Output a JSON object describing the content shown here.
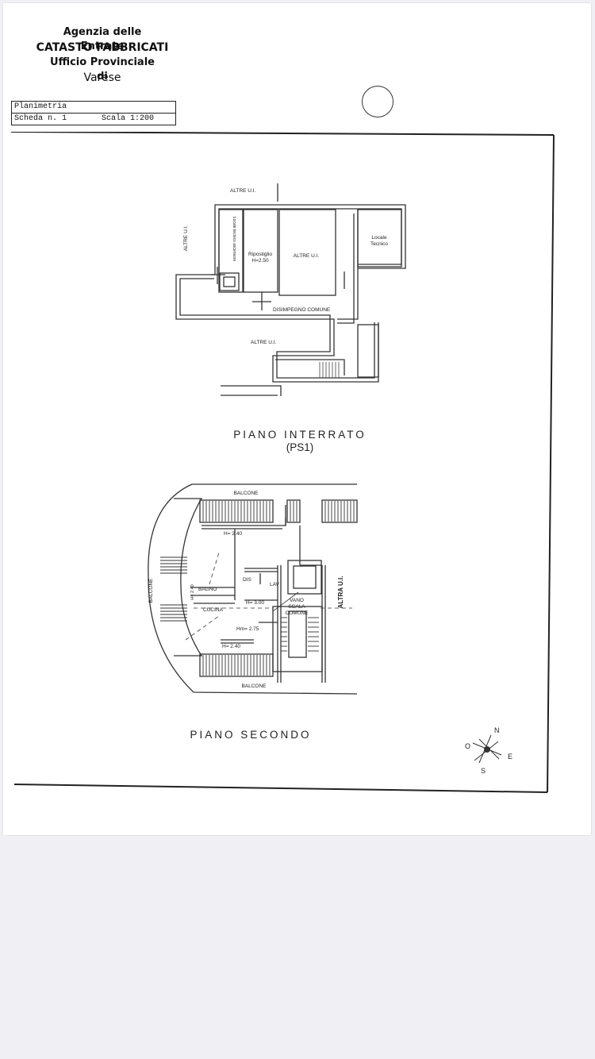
{
  "header": {
    "agency": "Agenzia delle Entrate",
    "department": "CATASTO FABBRICATI",
    "office": "Ufficio Provinciale di",
    "city": "Varese"
  },
  "plan_table": {
    "type_label": "Planimetria",
    "sheet_label": "Scheda n. 1",
    "scale_label": "Scala 1:200"
  },
  "basement": {
    "title": "PIANO INTERRATO",
    "subtitle": "(PS1)",
    "labels": {
      "altre_top": "ALTRE U.I.",
      "altre_left": "ALTRE U.I.",
      "locale_tecnico_vert": "Locale tecnico ascensore",
      "ripostiglio": "Ripostiglio",
      "ripostiglio_h": "H=2.50",
      "altre_center": "ALTRE U.I.",
      "locale_tecnico_1": "Locale",
      "locale_tecnico_2": "Tecnico",
      "disimpegno": "DISIMPEGNO COMUNE",
      "altre_bottom": "ALTRE U.I."
    }
  },
  "second_floor": {
    "title": "PIANO SECONDO",
    "labels": {
      "balcone_top": "BALCONE",
      "balcone_left": "BALCONE",
      "balcone_bottom": "BALCONE",
      "h240_top": "H= 2.40",
      "h240_left": "H= 2.40",
      "dis": "DIS",
      "lav": "LAV",
      "bagno": "BAGNO",
      "h300": "H= 3.00",
      "vano_1": "VANO",
      "vano_2": "SCALA",
      "vano_3": "COMUNE",
      "cucina": "CUCINA",
      "hm275": "Hm= 2.75",
      "h240_bottom": "H= 2.40",
      "altra_ui": "ALTRA U.I."
    }
  },
  "compass": {
    "n": "N",
    "s": "S",
    "e": "E",
    "o": "O"
  }
}
